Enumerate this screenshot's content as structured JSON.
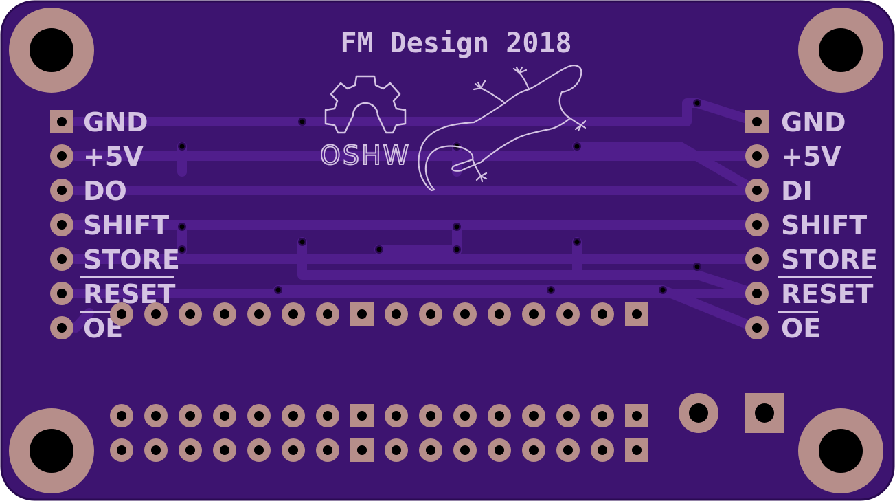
{
  "board": {
    "title": "FM Design 2018",
    "oshw_label": "OSHW",
    "colors": {
      "soldermask": "#3d1470",
      "soldermask_edge": "#2a0a52",
      "trace": "#501e8c",
      "copper_pad": "#b68e8a",
      "drill": "#000000",
      "silkscreen": "#d4c3e3"
    },
    "logos": [
      "oshw-gear-icon",
      "gecko-icon"
    ]
  },
  "left_header": {
    "pins": [
      {
        "label": "GND",
        "square": true,
        "overline": false
      },
      {
        "label": "+5V",
        "square": false,
        "overline": false
      },
      {
        "label": "DO",
        "square": false,
        "overline": false
      },
      {
        "label": "SHIFT",
        "square": false,
        "overline": false
      },
      {
        "label": "STORE",
        "square": false,
        "overline": false
      },
      {
        "label": "RESET",
        "square": false,
        "overline": true
      },
      {
        "label": "OE",
        "square": false,
        "overline": true
      }
    ]
  },
  "right_header": {
    "pins": [
      {
        "label": "GND",
        "square": true,
        "overline": false
      },
      {
        "label": "+5V",
        "square": false,
        "overline": false
      },
      {
        "label": "DI",
        "square": false,
        "overline": false
      },
      {
        "label": "SHIFT",
        "square": false,
        "overline": false
      },
      {
        "label": "STORE",
        "square": false,
        "overline": false
      },
      {
        "label": "RESET",
        "square": false,
        "overline": true
      },
      {
        "label": "OE",
        "square": false,
        "overline": true
      }
    ]
  },
  "center_row": {
    "pin_count": 16,
    "square_pins": [
      7,
      15
    ]
  },
  "bottom_rows": {
    "rows": 2,
    "pin_count": 16,
    "square_pins": [
      7,
      15
    ]
  },
  "power_connector": {
    "pin_count": 2,
    "square_pins": [
      1
    ]
  }
}
